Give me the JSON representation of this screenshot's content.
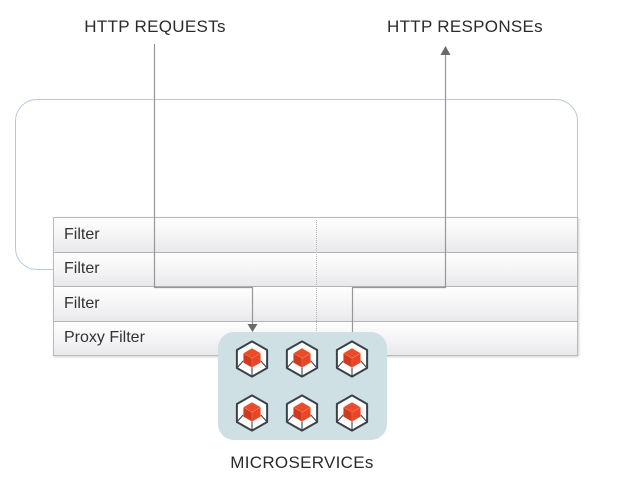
{
  "labels": {
    "http_requests": "HTTP REQUESTs",
    "http_responses": "HTTP RESPONSEs",
    "microservices": "MICROSERVICEs"
  },
  "filter_chain": {
    "rows": [
      {
        "label": "Filter"
      },
      {
        "label": "Filter"
      },
      {
        "label": "Filter"
      },
      {
        "label": "Proxy Filter"
      }
    ]
  },
  "microservices": {
    "icon": "hexagon-cube-icon",
    "count": 6,
    "grid": "3x2"
  },
  "flows": [
    {
      "name": "request-flow",
      "from": "HTTP REQUESTs",
      "through": "filter chain",
      "to": "microservices",
      "direction": "down"
    },
    {
      "name": "response-flow",
      "from": "microservices",
      "through": "filter chain",
      "to": "HTTP RESPONSEs",
      "direction": "up"
    }
  ],
  "colors": {
    "background": "#ffffff",
    "container_border": "#b9c8d8",
    "table_border": "#b9babc",
    "row_gradient_top": "#fefefe",
    "row_gradient_bottom": "#e9e9ec",
    "row_divider": "#b3b3b6",
    "dotted_divider": "#b7b7ba",
    "connector_line": "#97979b",
    "arrowhead": "#6a6a6e",
    "microservices_box": "#cfe0e5",
    "hexagon_outline": "#39424a",
    "cube_top": "#ec4b28",
    "cube_left": "#d23a1e",
    "cube_right": "#e84628",
    "label_text": "#2b2b2b"
  }
}
